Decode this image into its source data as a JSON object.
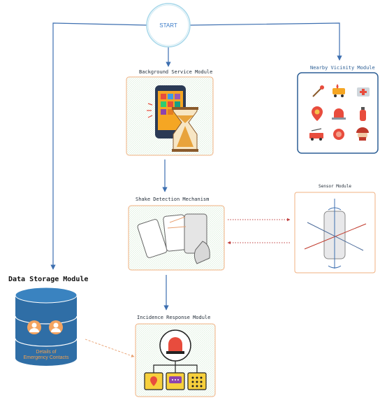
{
  "nodes": {
    "start": {
      "label": "START"
    },
    "background": {
      "label": "Background Service Module"
    },
    "nearby": {
      "label": "Nearby Vicinity Module"
    },
    "shake": {
      "label": "Shake Detection Mechanism"
    },
    "sensor": {
      "label": "Sensor Module"
    },
    "storage": {
      "label": "Data Storage Module",
      "text_line1": "Details of",
      "text_line2": "Emergency Contacts"
    },
    "incidence": {
      "label": "Incidence Response Module"
    }
  },
  "colors": {
    "arrow": "#3d6fb0",
    "dotted": "#c04040",
    "dashed": "#e8a070",
    "db_blue": "#2f6ea6",
    "box_border_orange": "#f0b080",
    "box_border_blue": "#2d5f95"
  }
}
